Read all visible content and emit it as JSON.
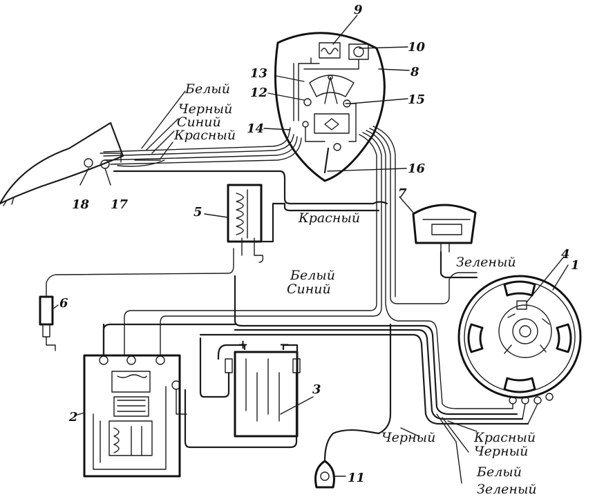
{
  "wire_labels": {
    "white_top": "Белый",
    "black_top": "Черный",
    "blue_top": "Синий",
    "red_top": "Красный",
    "red_mid": "Красный",
    "green_mid": "Зеленый",
    "white_center": "Белый",
    "blue_center": "Синий",
    "black_bottom": "Черный",
    "red_br": "Красный",
    "black_br": "Черный",
    "white_br": "Белый",
    "green_br": "Зеленый"
  },
  "component_numbers": {
    "n1": "1",
    "n2": "2",
    "n3": "3",
    "n4": "4",
    "n5": "5",
    "n6": "6",
    "n7": "7",
    "n8": "8",
    "n9": "9",
    "n10": "10",
    "n11": "11",
    "n12": "12",
    "n13": "13",
    "n14": "14",
    "n15": "15",
    "n16": "16",
    "n17": "17",
    "n18": "18"
  },
  "battery_terminals": {
    "plus": "+",
    "minus": "−"
  }
}
